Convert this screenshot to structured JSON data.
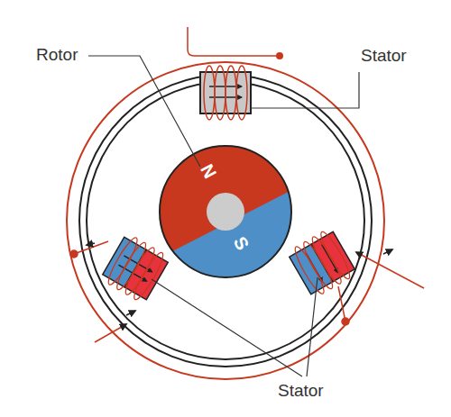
{
  "diagram": {
    "labels": [
      "Rotor",
      "Stator",
      "Stator",
      "N",
      "S"
    ]
  }
}
